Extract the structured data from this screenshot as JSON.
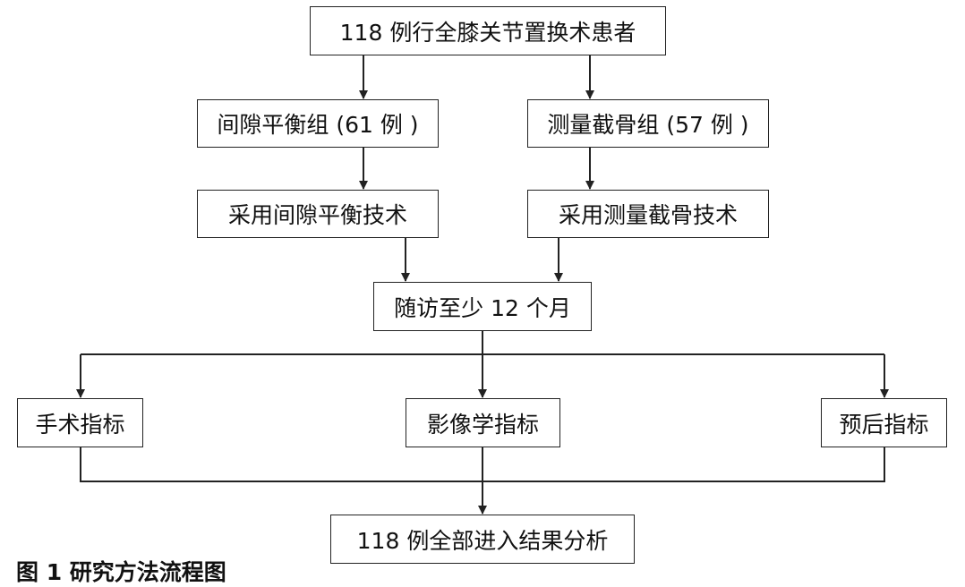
{
  "nodes": {
    "patients": "118 例行全膝关节置换术患者",
    "gap_group": "间隙平衡组 (61 例 )",
    "measured_group": "测量截骨组 (57 例 )",
    "gap_technique": "采用间隙平衡技术",
    "measured_technique": "采用测量截骨技术",
    "followup": "随访至少 12 个月",
    "surgical_indicators": "手术指标",
    "imaging_indicators": "影像学指标",
    "prognosis_indicators": "预后指标",
    "analysis": "118 例全部进入结果分析"
  },
  "caption": "图 1 研究方法流程图",
  "colors": {
    "line": "#222222",
    "text": "#111111",
    "background": "#ffffff"
  }
}
